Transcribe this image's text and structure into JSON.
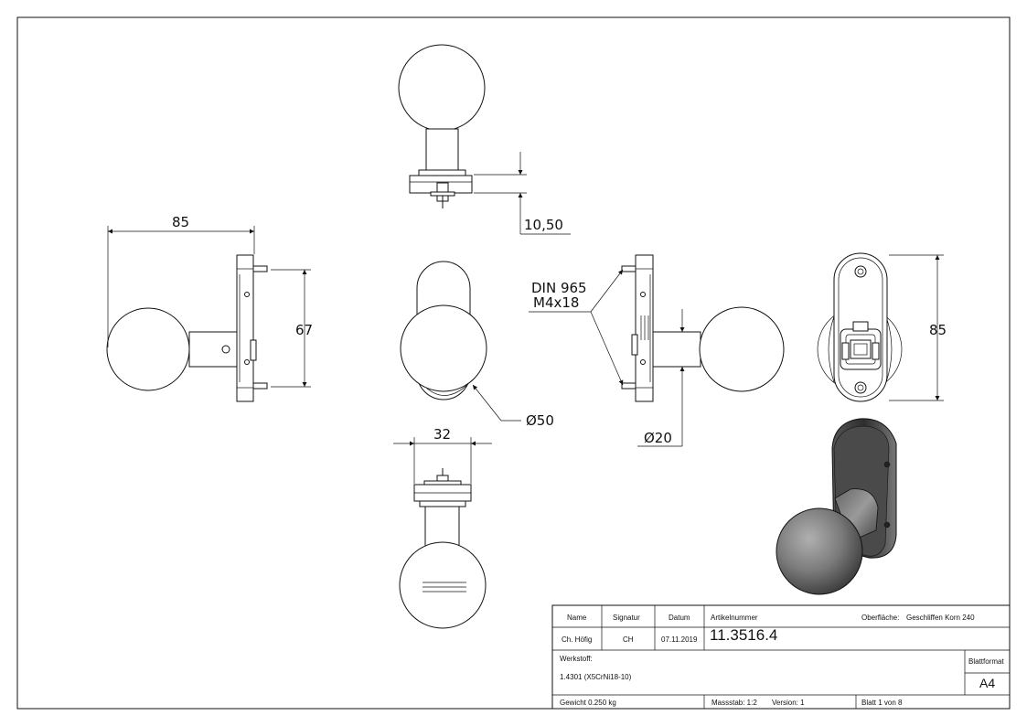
{
  "dimensions": {
    "top_height": "10,50",
    "length": "85",
    "hole_spacing": "67",
    "ball_diameter": "Ø50",
    "rose_width": "32",
    "screw_line1": "DIN 965",
    "screw_line2": "M4x18",
    "neck_diameter": "Ø20",
    "rose_height": "85"
  },
  "title_block": {
    "header_name": "Name",
    "header_signature": "Signatur",
    "header_date": "Datum",
    "name": "Ch. Höfig",
    "signature": "CH",
    "date": "07.11.2019",
    "article_label": "Artikelnummer",
    "article_number": "11.3516.4",
    "surface_label": "Oberfläche:",
    "surface_value": "Geschliffen Korn 240",
    "material_label": "Werkstoff:",
    "material_value": "1.4301 (X5CrNi18-10)",
    "sheet_format_label": "Blattformat",
    "sheet_format": "A4",
    "weight": "Gewicht 0.250 kg",
    "scale": "Massstab: 1:2",
    "version": "Version: 1",
    "sheet": "Blatt 1 von 8"
  }
}
